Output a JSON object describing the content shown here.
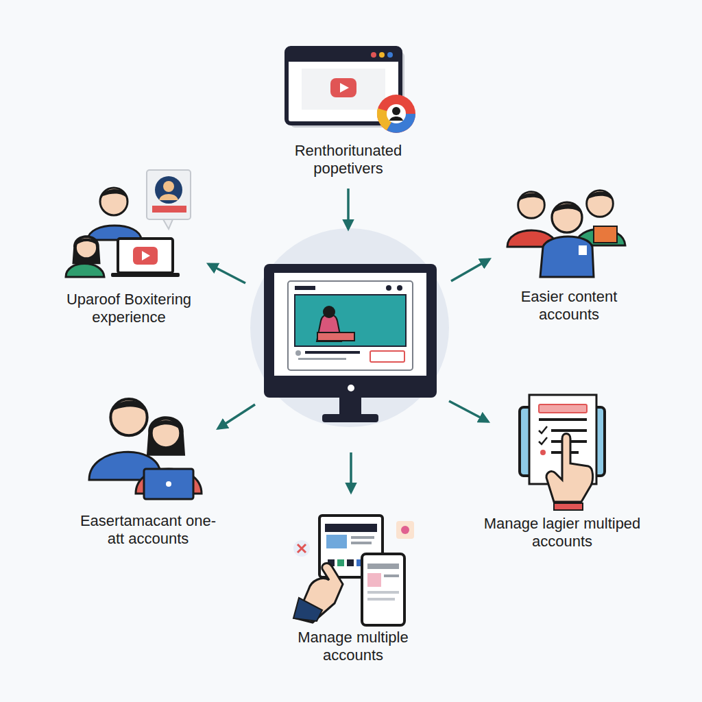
{
  "diagram": {
    "labels": [
      "Renthoritunated popetivers",
      "Uparoof Boxitering experience",
      "Easier content accounts",
      "Easertamacant one-att accounts",
      "Manage lagier multiped accounts",
      "Manage multiple accounts"
    ]
  }
}
